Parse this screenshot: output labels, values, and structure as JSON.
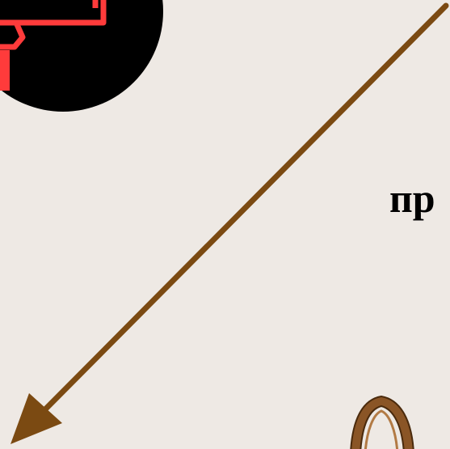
{
  "slide": {
    "caption": "пр",
    "colors": {
      "background": "#eee9e4",
      "arrow": "#7b4a12",
      "emblem_fill": "#000000",
      "emblem_stroke": "#ff3b3b",
      "ring_outer": "#6b3f16",
      "ring_inner": "#a86f3a",
      "caption": "#000000"
    },
    "icons": {
      "emblem": "red-outline-symbol-on-black-circle",
      "arrow": "diagonal-arrow-down-left",
      "ring": "brown-ring"
    }
  }
}
